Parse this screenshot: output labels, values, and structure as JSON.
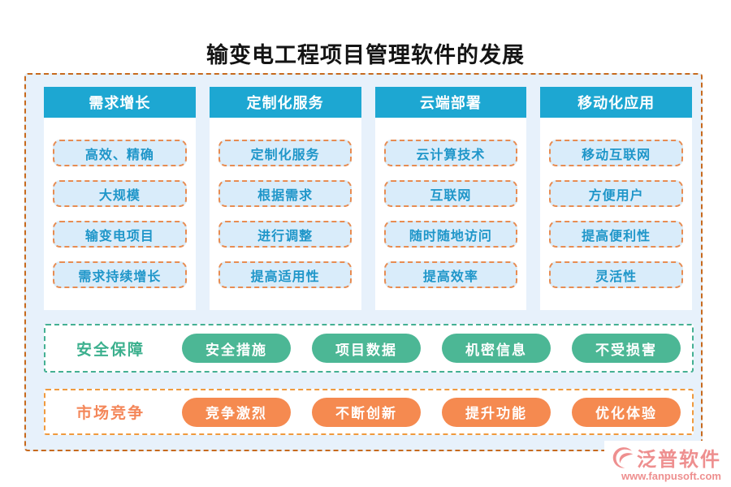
{
  "title": "输变电工程项目管理软件的发展",
  "columns": [
    {
      "header": "需求增长",
      "items": [
        "高效、精确",
        "大规模",
        "输变电项目",
        "需求持续增长"
      ]
    },
    {
      "header": "定制化服务",
      "items": [
        "定制化服务",
        "根据需求",
        "进行调整",
        "提高适用性"
      ]
    },
    {
      "header": "云端部署",
      "items": [
        "云计算技术",
        "互联网",
        "随时随地访问",
        "提高效率"
      ]
    },
    {
      "header": "移动化应用",
      "items": [
        "移动互联网",
        "方便用户",
        "提高便利性",
        "灵活性"
      ]
    }
  ],
  "bands": [
    {
      "label": "安全保障",
      "theme": "green",
      "pills": [
        "安全措施",
        "项目数据",
        "机密信息",
        "不受损害"
      ]
    },
    {
      "label": "市场竞争",
      "theme": "orange",
      "pills": [
        "竞争激烈",
        "不断创新",
        "提升功能",
        "优化体验"
      ]
    }
  ],
  "footer": {
    "brand": "泛普软件",
    "website": "www.fanpusoft.com"
  },
  "icons": {
    "logo": "fanpu-swoosh-icon"
  },
  "colors": {
    "header_teal": "#1da7d2",
    "panel_bg": "#e7f1fb",
    "panel_border": "#c76a1e",
    "feature_pill_bg": "#d9ecfa",
    "feature_pill_border": "#e78c52",
    "feature_pill_text": "#1f96c9",
    "green_pill": "#4cb795",
    "green_border": "#44b093",
    "green_label": "#3cb08e",
    "orange_pill": "#f58a50",
    "orange_border": "#f09a3e",
    "orange_label": "#f4875a",
    "brand_salmon": "#ee8f8f"
  }
}
